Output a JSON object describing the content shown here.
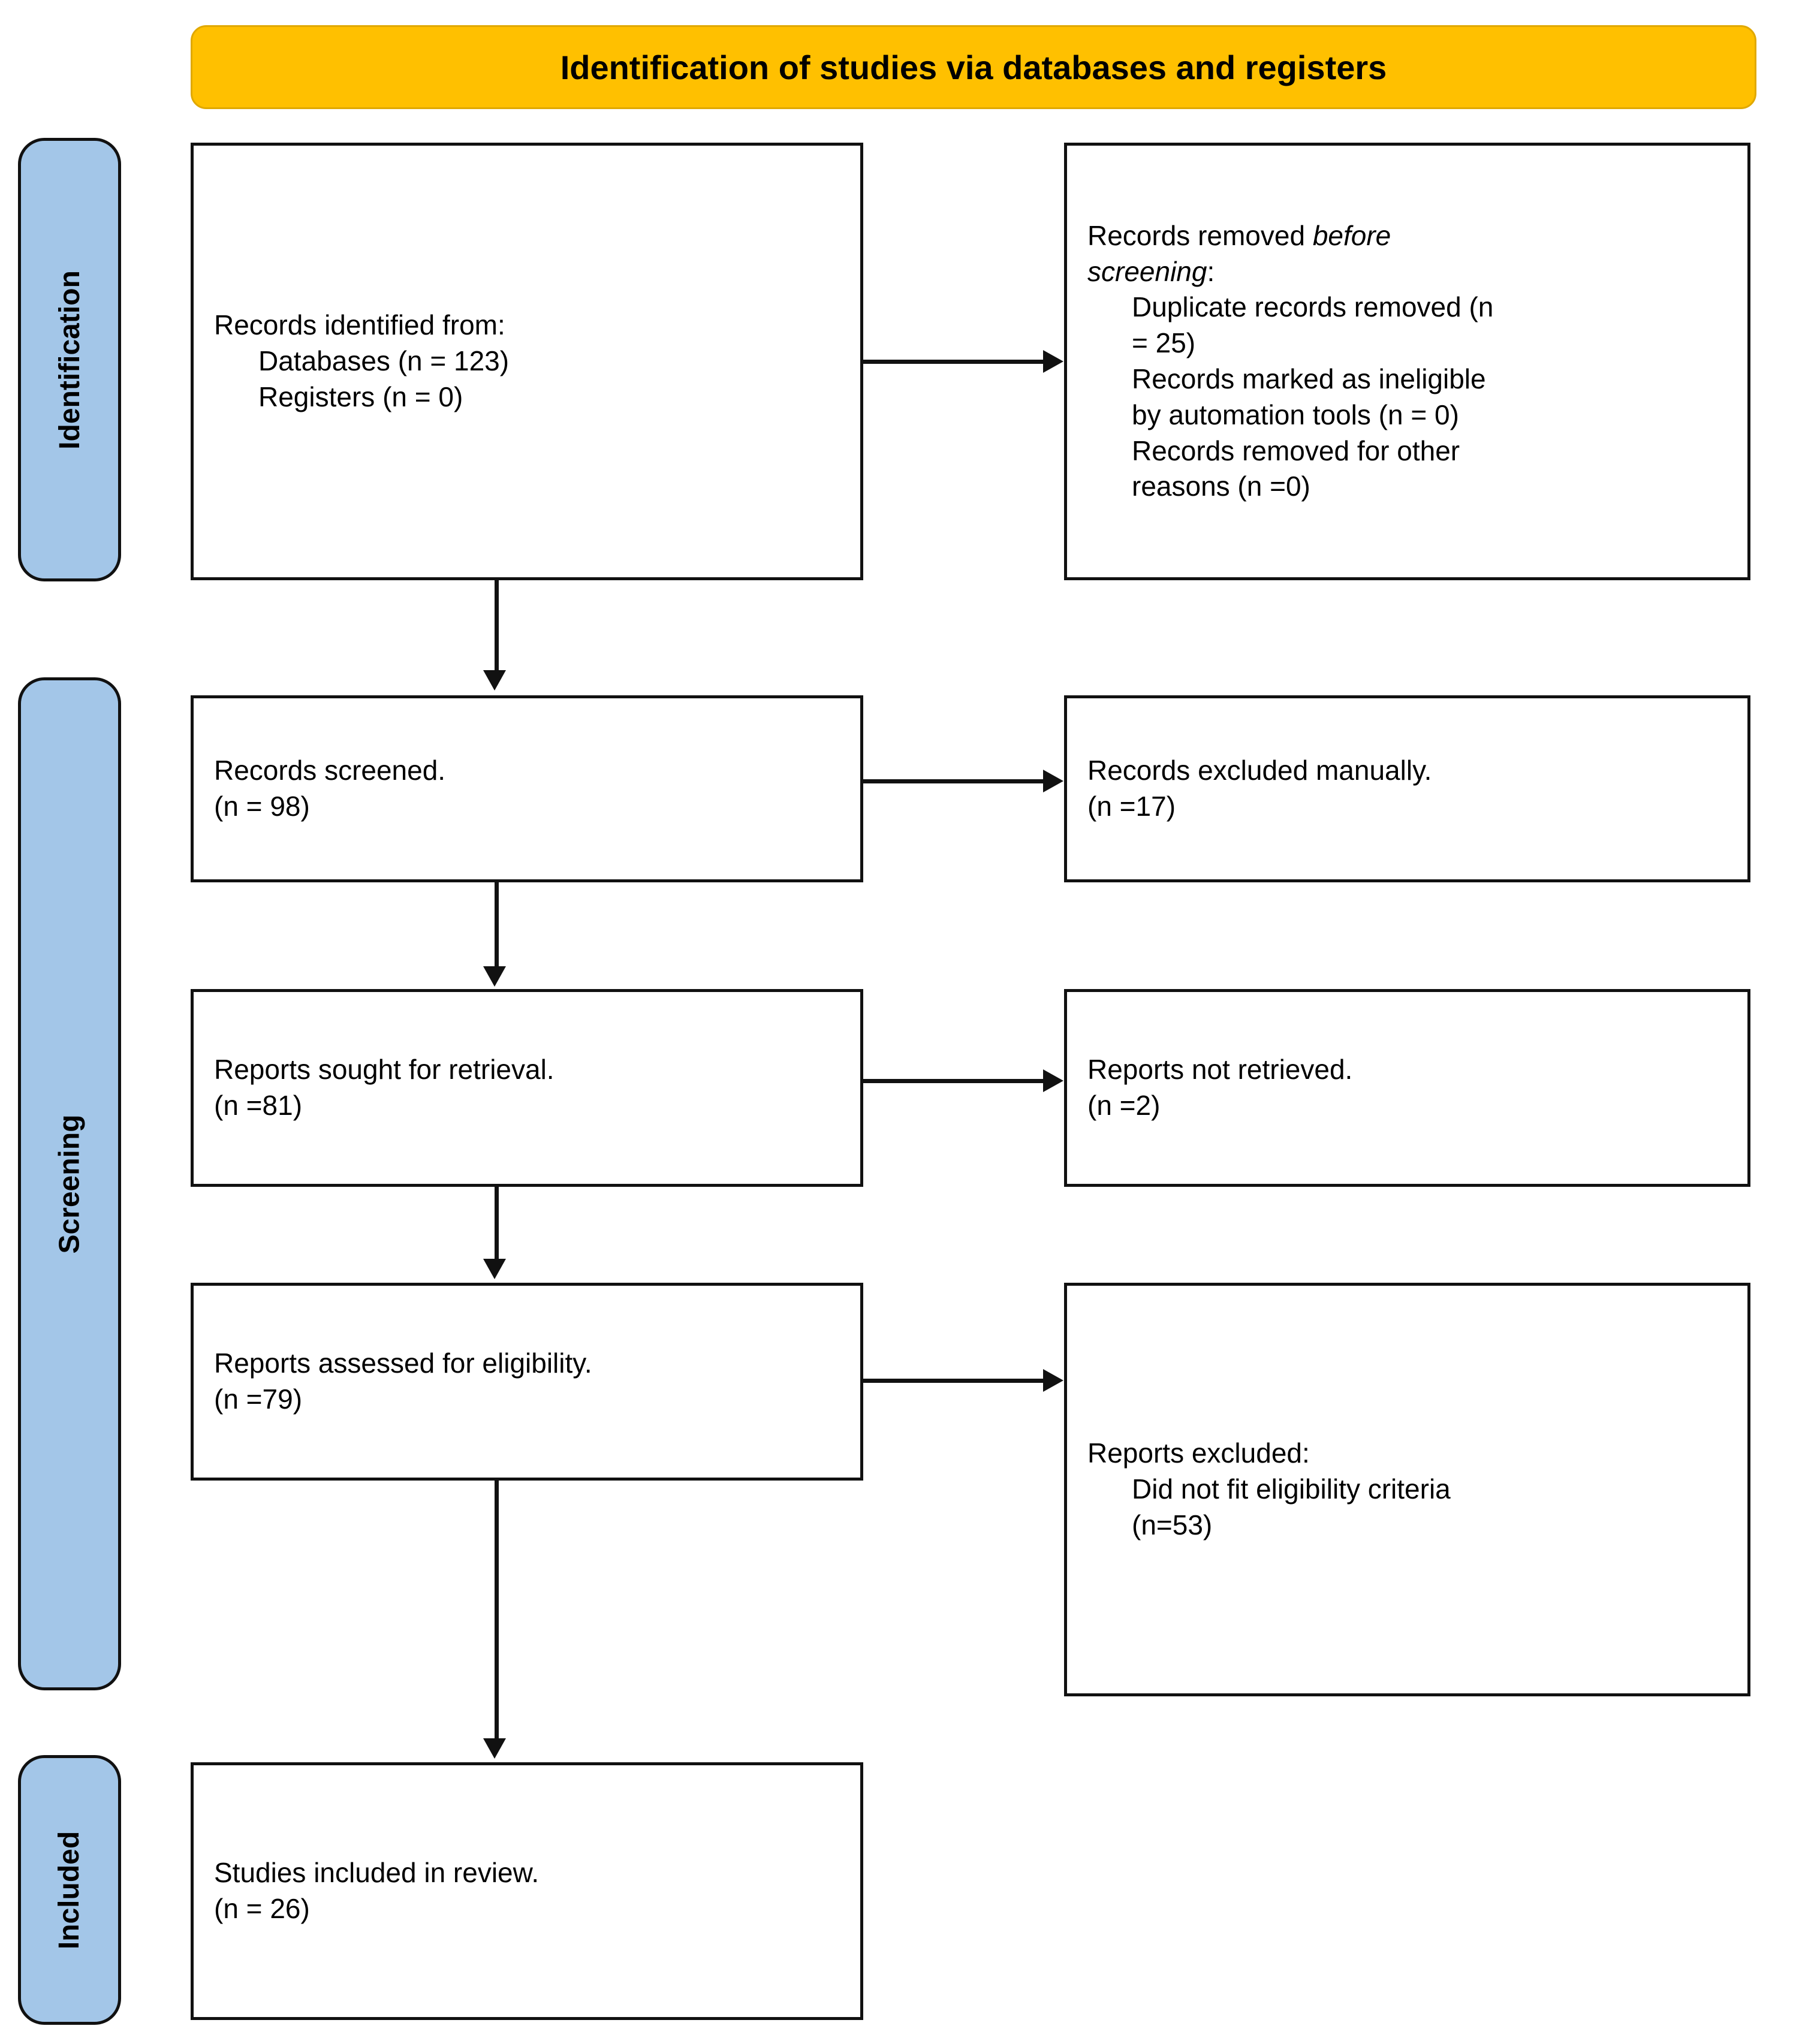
{
  "banner": {
    "title": "Identification of studies via databases and registers"
  },
  "colors": {
    "banner_fill": "#FFC000",
    "stage_pill_fill": "#A3C6E8",
    "box_border": "#111111",
    "text": "#000000"
  },
  "stages": [
    {
      "id": "identification",
      "label": "Identification"
    },
    {
      "id": "screening",
      "label": "Screening"
    },
    {
      "id": "included",
      "label": "Included"
    }
  ],
  "boxes": {
    "identified": {
      "line1": "Records identified from:",
      "line2": "Databases (n = 123)",
      "line3": "Registers (n = 0)"
    },
    "removed": {
      "line1_a": "Records removed ",
      "line1_b": "before",
      "line2_b": "screening",
      "line2_a": ":",
      "line3": "Duplicate records removed (n",
      "line4": "= 25)",
      "line5": "Records marked as ineligible",
      "line6": "by automation tools (n = 0)",
      "line7": "Records removed for other",
      "line8": "reasons (n =0)"
    },
    "screened": {
      "line1": "Records screened.",
      "line2": "(n = 98)"
    },
    "excluded_manual": {
      "line1": "Records excluded manually.",
      "line2": "(n =17)"
    },
    "sought": {
      "line1": "Reports sought for retrieval.",
      "line2": "(n =81)"
    },
    "not_retrieved": {
      "line1": "Reports not retrieved.",
      "line2": "(n =2)"
    },
    "assessed": {
      "line1": "Reports assessed for eligibility.",
      "line2": "(n =79)"
    },
    "reports_excluded": {
      "line1": "Reports excluded:",
      "line2": "Did not fit eligibility criteria",
      "line3": "(n=53)"
    },
    "included": {
      "line1": "Studies included in review.",
      "line2": "(n = 26)"
    }
  },
  "chart_data": {
    "type": "diagram",
    "title": "Identification of studies via databases and registers",
    "nodes": [
      {
        "id": "identified",
        "stage": "Identification",
        "column": "left",
        "label": "Records identified from: Databases (n = 123); Registers (n = 0)",
        "n_databases": 123,
        "n_registers": 0
      },
      {
        "id": "removed",
        "stage": "Identification",
        "column": "right",
        "label": "Records removed before screening",
        "n_duplicates": 25,
        "n_automation": 0,
        "n_other": 0
      },
      {
        "id": "screened",
        "stage": "Screening",
        "column": "left",
        "label": "Records screened.",
        "n": 98
      },
      {
        "id": "excluded_manual",
        "stage": "Screening",
        "column": "right",
        "label": "Records excluded manually.",
        "n": 17
      },
      {
        "id": "sought",
        "stage": "Screening",
        "column": "left",
        "label": "Reports sought for retrieval.",
        "n": 81
      },
      {
        "id": "not_retrieved",
        "stage": "Screening",
        "column": "right",
        "label": "Reports not retrieved.",
        "n": 2
      },
      {
        "id": "assessed",
        "stage": "Screening",
        "column": "left",
        "label": "Reports assessed for eligibility.",
        "n": 79
      },
      {
        "id": "reports_excluded",
        "stage": "Screening",
        "column": "right",
        "label": "Reports excluded: Did not fit eligibility criteria",
        "n": 53
      },
      {
        "id": "included",
        "stage": "Included",
        "column": "left",
        "label": "Studies included in review.",
        "n": 26
      }
    ],
    "edges": [
      {
        "from": "identified",
        "to": "removed",
        "direction": "right"
      },
      {
        "from": "identified",
        "to": "screened",
        "direction": "down"
      },
      {
        "from": "screened",
        "to": "excluded_manual",
        "direction": "right"
      },
      {
        "from": "screened",
        "to": "sought",
        "direction": "down"
      },
      {
        "from": "sought",
        "to": "not_retrieved",
        "direction": "right"
      },
      {
        "from": "sought",
        "to": "assessed",
        "direction": "down"
      },
      {
        "from": "assessed",
        "to": "reports_excluded",
        "direction": "right"
      },
      {
        "from": "assessed",
        "to": "included",
        "direction": "down"
      }
    ]
  }
}
